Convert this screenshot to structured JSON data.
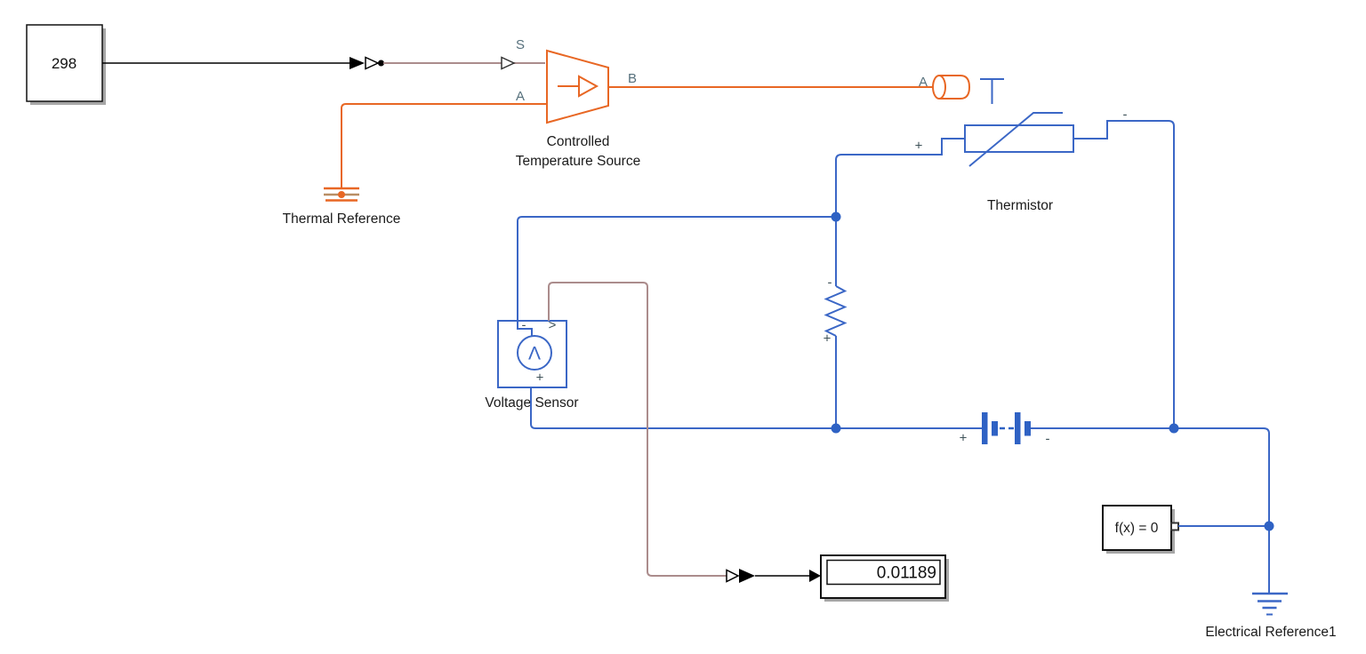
{
  "colors": {
    "electrical_blue": "#3b67c6",
    "thermal_orange": "#e86724",
    "physical_signal_brown": "#ab8c8c",
    "signal_black": "#000000",
    "port_label_gray": "#56707c",
    "background": "#ffffff"
  },
  "blocks": {
    "constant": {
      "value": "298"
    },
    "controlled_temperature_source": {
      "name_line1": "Controlled",
      "name_line2": "Temperature Source",
      "port_s": "S",
      "port_a": "A",
      "port_b": "B"
    },
    "thermal_reference": {
      "name": "Thermal Reference"
    },
    "thermistor": {
      "name": "Thermistor",
      "thermal_port_label": "A",
      "port_plus": "+",
      "port_minus": "-"
    },
    "voltage_sensor": {
      "name": "Voltage Sensor",
      "port_minus": "-",
      "port_plus": "+",
      "ps_port_glyph": ">",
      "meter_glyph": "Λ"
    },
    "resistor": {
      "port_minus": "-",
      "port_plus": "+"
    },
    "dc_voltage_source": {
      "port_plus": "+",
      "port_minus": "-"
    },
    "solver_configuration": {
      "name": "f(x) = 0"
    },
    "electrical_reference": {
      "name": "Electrical Reference1"
    },
    "display": {
      "value": "0.01189"
    }
  }
}
